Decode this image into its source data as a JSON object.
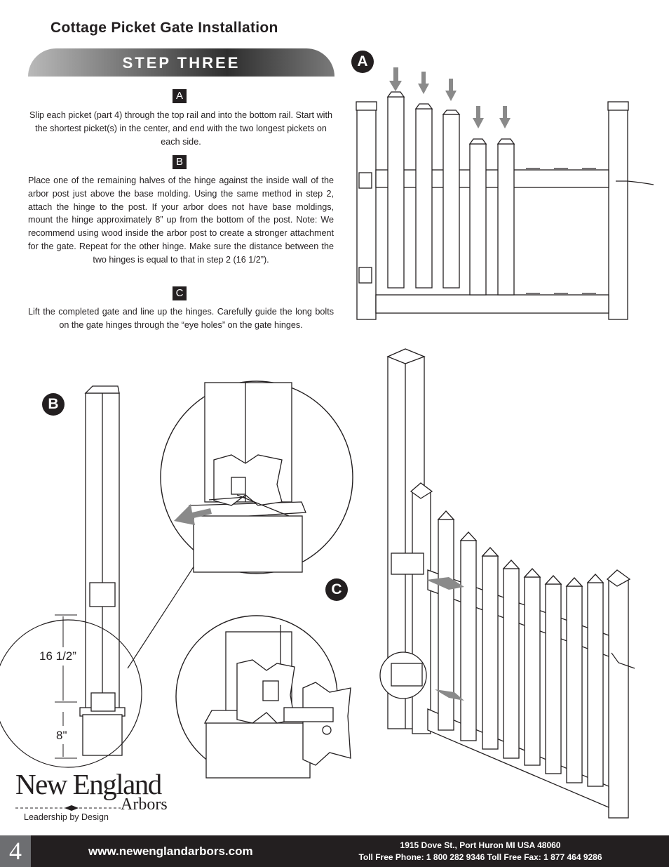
{
  "header": {
    "title": "Cottage Picket Gate Installation",
    "step": "STEP THREE"
  },
  "instructions": [
    {
      "letter": "A",
      "text": "Slip each picket (part 4) through the top rail and into the bottom rail. Start with the shortest picket(s) in the center, and end with the two longest pickets on each side."
    },
    {
      "letter": "B",
      "text": "Place one of the remaining halves of the hinge against the inside wall of the arbor post just above the base molding. Using the same method in step 2, attach the hinge to the post. If your arbor does not have base moldings, mount the hinge approximately 8” up from the bottom of the post. Note: We recommend using wood inside the arbor post to create a stronger attachment for the gate. Repeat for the other hinge. Make sure the distance between the two hinges is equal to that in step 2 (16 1/2”)."
    },
    {
      "letter": "C",
      "text": "Lift the completed gate and line up the hinges. Carefully guide the long bolts on the gate hinges through the “eye holes” on the gate hinges."
    }
  ],
  "figures": {
    "a_label": "A",
    "b_label": "B",
    "c_label": "C",
    "dim_upper": "16 1/2”",
    "dim_lower": "8\""
  },
  "logo": {
    "name": "New England",
    "sub": "Arbors",
    "tagline": "Leadership by Design"
  },
  "footer": {
    "page_number": "4",
    "url": "www.newenglandarbors.com",
    "address": "1915 Dove St., Port Huron MI  USA  48060",
    "phones": "Toll Free Phone:  1 800 282 9346  Toll Free Fax:  1 877 464 9286"
  }
}
